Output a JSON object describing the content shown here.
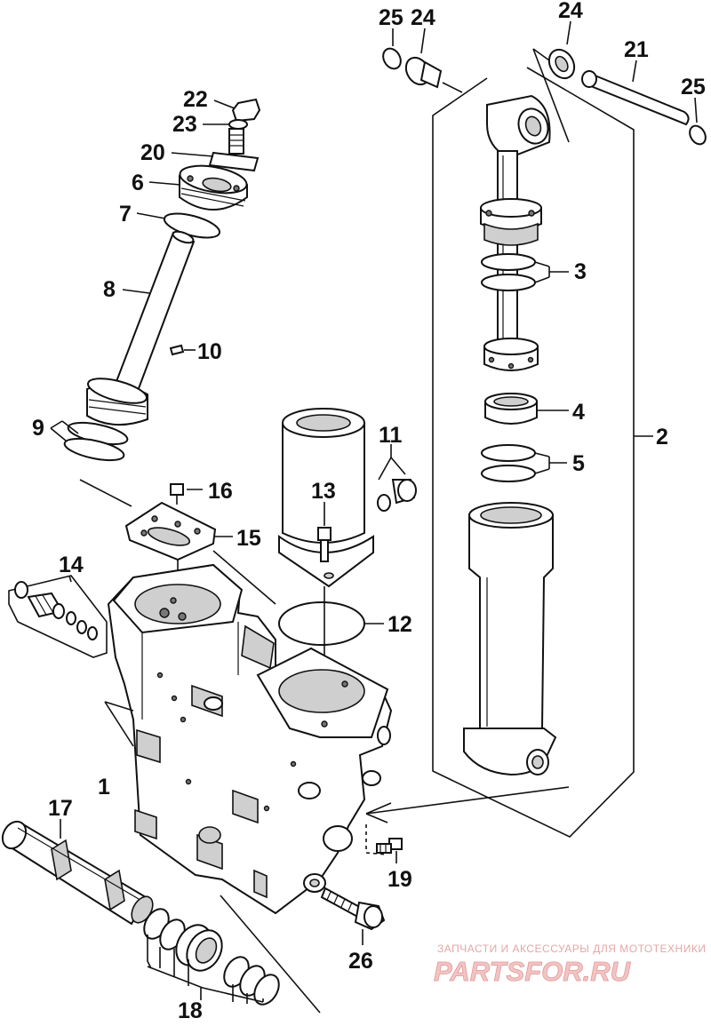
{
  "diagram": {
    "part_labels": {
      "p1": "1",
      "p2": "2",
      "p3": "3",
      "p4": "4",
      "p5": "5",
      "p6": "6",
      "p7": "7",
      "p8": "8",
      "p9": "9",
      "p10": "10",
      "p11": "11",
      "p12": "12",
      "p13": "13",
      "p14": "14",
      "p15": "15",
      "p16": "16",
      "p17": "17",
      "p18": "18",
      "p19": "19",
      "p20": "20",
      "p21": "21",
      "p22": "22",
      "p23": "23",
      "p24a": "24",
      "p24b": "24",
      "p25a": "25",
      "p25b": "25",
      "p26": "26"
    }
  },
  "watermark": {
    "caption": "ЗАПЧАСТИ И АКСЕССУАРЫ ДЛЯ МОТОТЕХНИКИ",
    "logo": "PARTSFOR.RU"
  }
}
